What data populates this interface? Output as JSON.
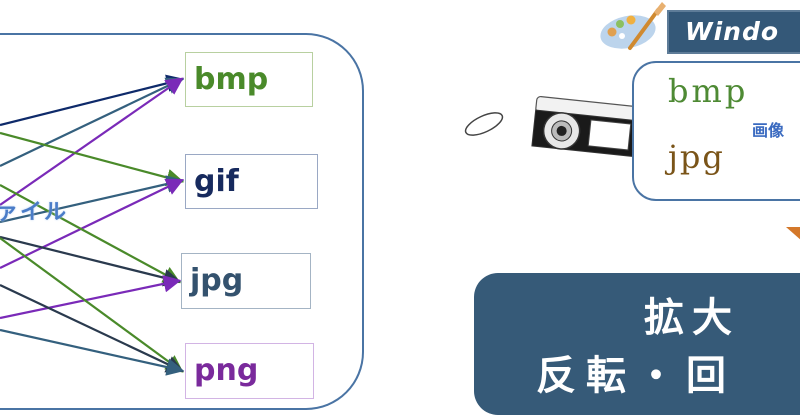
{
  "left_panel": {
    "source_label": "ァイル",
    "formats": [
      {
        "id": "bmp",
        "label": "bmp",
        "color": "#4a8a2a"
      },
      {
        "id": "gif",
        "label": "gif",
        "color": "#172a5e"
      },
      {
        "id": "jpg",
        "label": "jpg",
        "color": "#34526e"
      },
      {
        "id": "png",
        "label": "png",
        "color": "#7a2a9c"
      }
    ],
    "arrow_colors": [
      "#0e2a6a",
      "#4a8a2a",
      "#34607e",
      "#7a2ab8",
      "#2a3a4e"
    ]
  },
  "right_panel": {
    "header_title": "Windo",
    "card": {
      "formats": [
        "bmp",
        "jpg"
      ],
      "label": "画像"
    },
    "operations": {
      "line1": "拡大",
      "line2": "反転・回"
    },
    "icons": [
      "palette-icon",
      "camera-icon",
      "down-arrow-icon"
    ]
  }
}
